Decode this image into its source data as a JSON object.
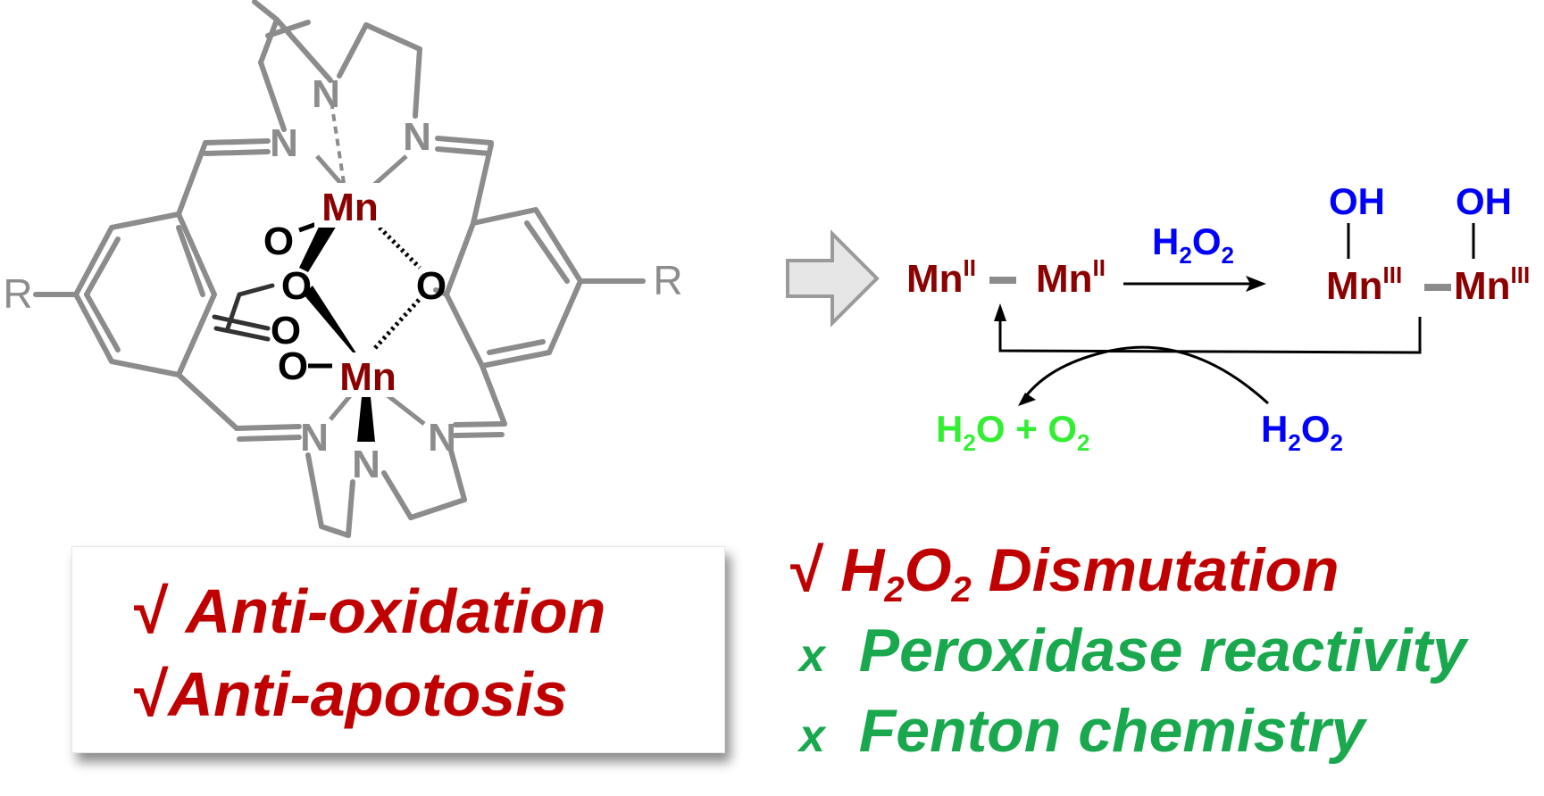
{
  "structure": {
    "atoms": {
      "mn": "Mn",
      "n": "N",
      "o": "O",
      "r": "R"
    },
    "colors": {
      "metal": "#8b0000",
      "oxygen": "#000000",
      "ligand": "#8c8c8c",
      "nitrogen": "#8c8c8c"
    }
  },
  "scheme": {
    "reactant": {
      "metal": "Mn",
      "ox": "II"
    },
    "product": {
      "metal": "Mn",
      "ox": "III",
      "ligand": "OH"
    },
    "oxidant": {
      "h": "H",
      "h_sub": "2",
      "o": "O",
      "o_sub": "2"
    },
    "products_text": {
      "h": "H",
      "h_sub": "2",
      "rest": "O + O",
      "o_sub": "2"
    },
    "colors": {
      "metal": "#8b0000",
      "oxidant": "#0000ff",
      "products": "#33ee33"
    }
  },
  "benefits": {
    "items": [
      {
        "mark": "√",
        "label": "Anti-oxidation"
      },
      {
        "mark": "√",
        "label": "Anti-apotosis"
      }
    ],
    "color": "#c00000"
  },
  "properties": {
    "positive": {
      "mark": "√",
      "h": "H",
      "sub1": "2",
      "o": "O",
      "sub2": "2",
      "rest": " Dismutation",
      "color": "#c00000"
    },
    "negatives": [
      {
        "mark": "x",
        "label": "Peroxidase reactivity"
      },
      {
        "mark": "x",
        "label": "Fenton chemistry"
      }
    ],
    "negative_color": "#1aa84f"
  }
}
